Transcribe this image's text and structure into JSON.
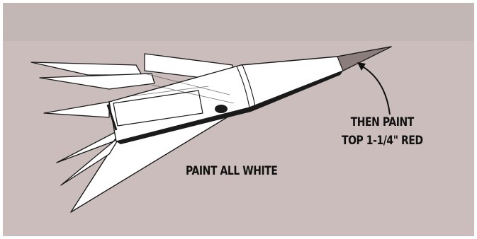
{
  "colors": {
    "background_top": "#c2b7b4",
    "background_main": "#cbbdbb",
    "rocket_body": "#ffffff",
    "rocket_outline": "#1a1a1a",
    "nose_tip": "#8a7d7b",
    "text": "#111111"
  },
  "callouts": {
    "paint_all": "PAINT ALL WHITE",
    "then_paint_line1": "THEN PAINT",
    "then_paint_line2": "TOP 1-1/4\" RED"
  },
  "icons": {
    "arrow": "curved-arrow-icon"
  }
}
